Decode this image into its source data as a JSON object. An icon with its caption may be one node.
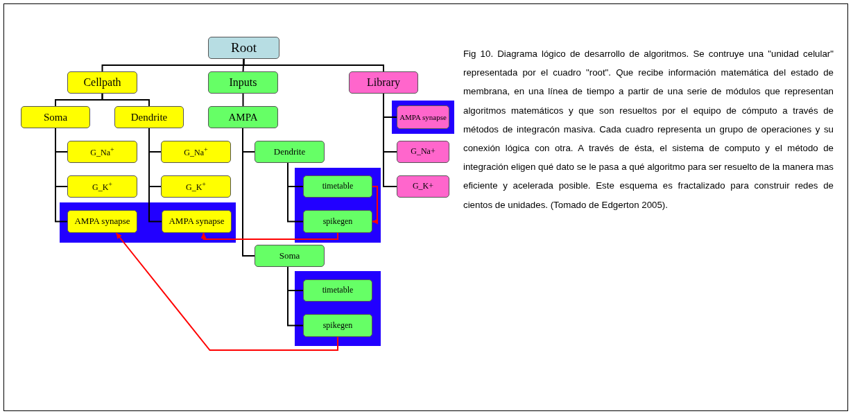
{
  "diagram": {
    "caption": "Fig 10. Diagrama lógico de desarrollo de algoritmos. Se contruye una \"unidad celular\" representada por el cuadro \"root\". Que recibe información matemática del estado de membrana, en una línea de tiempo a partir de una serie de módulos que representan algoritmos matemáticos y que son resueltos por el equipo de cómputo a través de métodos de integracón masiva. Cada cuadro representa un grupo de operaciones y su conexión lógica con otra. A través de ésta, el sistema de computo y el método de integración eligen qué dato se le pasa a qué algoritmo para ser resuelto de la manera mas eficiente y acelerada posible. Este esquema es fractalizado para construir redes de cientos de unidades. (Tomado de Edgerton 2005).",
    "nodes": [
      {
        "text": [
          "Root"
        ]
      },
      {
        "text": [
          "Cellpath"
        ]
      },
      {
        "text": [
          "Inputs"
        ]
      },
      {
        "text": [
          "Library"
        ]
      },
      {
        "text": [
          "Soma"
        ]
      },
      {
        "text": [
          "Dendrite"
        ]
      },
      {
        "text": [
          "AMPA"
        ]
      },
      {
        "text": [],
        "shape": "box"
      },
      {
        "text": [
          "AMPA synapse"
        ],
        "in": 7
      },
      {
        "text": [
          "G_Na$^{+}$"
        ]
      },
      {
        "text": [
          "G_Na$^{+}$"
        ]
      },
      {
        "text": [
          "Dendrite"
        ]
      },
      {
        "text": [
          "G_Na+"
        ]
      },
      {
        "text": [],
        "shape": "box"
      },
      {
        "text": [
          "timetable"
        ],
        "in": 13
      },
      {
        "text": [
          "G_K$^{+}$"
        ]
      },
      {
        "text": [
          "G_K$^{+}$"
        ]
      },
      {
        "text": [
          "G_K+"
        ]
      },
      {
        "text": [],
        "shape": "box"
      },
      {
        "text": [
          "AMPA synapse"
        ],
        "in": 18
      },
      {
        "text": [
          "AMPA synapse"
        ],
        "in": 18
      },
      {
        "text": [
          "spikegen"
        ],
        "in": 13
      },
      {
        "text": [
          "Soma"
        ]
      },
      {
        "text": [],
        "shape": "box"
      },
      {
        "text": [
          "timetable"
        ],
        "in": 23
      },
      {
        "text": [
          "spikegen"
        ],
        "in": 23
      }
    ],
    "edges": [
      {
        "from": 0,
        "to": 1,
        "arrow": "none"
      },
      {
        "from": 0,
        "to": 2,
        "arrow": "none"
      },
      {
        "from": 0,
        "to": 3,
        "arrow": "none"
      },
      {
        "from": 1,
        "to": 4,
        "arrow": "none"
      },
      {
        "from": 1,
        "to": 5,
        "arrow": "none"
      },
      {
        "from": 4,
        "to": 9,
        "arrow": "none"
      },
      {
        "from": 4,
        "to": 15,
        "arrow": "none"
      },
      {
        "from": 4,
        "to": 19,
        "arrow": "none"
      },
      {
        "from": 5,
        "to": 10,
        "arrow": "none"
      },
      {
        "from": 5,
        "to": 16,
        "arrow": "none"
      },
      {
        "from": 5,
        "to": 20,
        "arrow": "none"
      },
      {
        "from": 2,
        "to": 6,
        "arrow": "none"
      },
      {
        "from": 6,
        "to": 11,
        "arrow": "none"
      },
      {
        "from": 6,
        "to": 22,
        "arrow": "none"
      },
      {
        "from": 11,
        "to": 14,
        "arrow": "none"
      },
      {
        "from": 11,
        "to": 21,
        "arrow": "none"
      },
      {
        "from": 22,
        "to": 24,
        "arrow": "none"
      },
      {
        "from": 22,
        "to": 25,
        "arrow": "none"
      },
      {
        "from": 3,
        "to": 8,
        "arrow": "none"
      },
      {
        "from": 3,
        "to": 12,
        "arrow": "none"
      },
      {
        "from": 3,
        "to": 17,
        "arrow": "none"
      },
      {
        "from": 14,
        "to": 21,
        "arrow": "to",
        "color": "#ff0000"
      },
      {
        "from": 21,
        "to": 20,
        "arrow": "to",
        "color": "#ff0000"
      },
      {
        "from": 25,
        "to": 19,
        "arrow": "to",
        "color": "#ff0000"
      }
    ]
  }
}
